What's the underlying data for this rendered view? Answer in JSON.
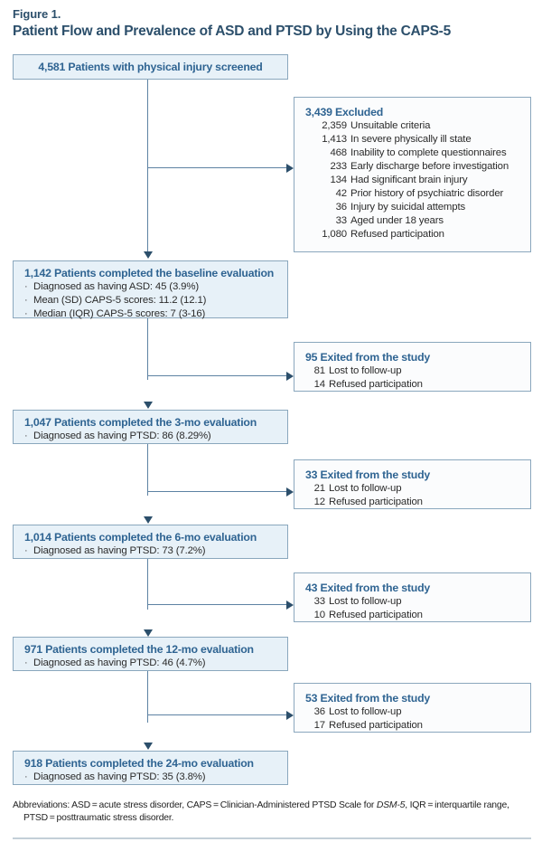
{
  "figure": {
    "label": "Figure 1.",
    "title": "Patient Flow and Prevalence of ASD and PTSD by Using the CAPS-5"
  },
  "colors": {
    "box_fill_primary": "#e7f1f8",
    "box_fill_secondary": "#fbfcfd",
    "box_border": "#8aa7bd",
    "heading_blue": "#2f6492",
    "title_blue": "#2c4f6b",
    "connector": "#5d82a3",
    "body_text": "#2b2b2b"
  },
  "nodes": {
    "screened": {
      "heading": "4,581 Patients with physical injury screened"
    },
    "excluded": {
      "heading": "3,439 Excluded",
      "rows": [
        {
          "value": "2,359",
          "label": "Unsuitable criteria"
        },
        {
          "value": "1,413",
          "label": "In severe physically ill state"
        },
        {
          "value": "468",
          "label": "Inability to complete questionnaires"
        },
        {
          "value": "233",
          "label": "Early discharge before investigation"
        },
        {
          "value": "134",
          "label": "Had significant brain injury"
        },
        {
          "value": "42",
          "label": "Prior history of psychiatric disorder"
        },
        {
          "value": "36",
          "label": "Injury by suicidal attempts"
        },
        {
          "value": "33",
          "label": "Aged under 18 years"
        },
        {
          "value": "1,080",
          "label": "Refused participation"
        }
      ]
    },
    "baseline": {
      "heading": "1,142 Patients completed the baseline evaluation",
      "bullets": [
        "Diagnosed as having ASD: 45 (3.9%)",
        "Mean (SD) CAPS-5 scores: 11.2 (12.1)",
        "Median (IQR) CAPS-5 scores: 7 (3-16)"
      ]
    },
    "exit_1": {
      "heading": "95 Exited from the study",
      "rows": [
        {
          "value": "81",
          "label": "Lost to follow-up"
        },
        {
          "value": "14",
          "label": "Refused participation"
        }
      ]
    },
    "eval_3mo": {
      "heading": "1,047 Patients completed the 3-mo evaluation",
      "bullets": [
        "Diagnosed as having PTSD: 86 (8.29%)"
      ]
    },
    "exit_2": {
      "heading": "33 Exited from the study",
      "rows": [
        {
          "value": "21",
          "label": "Lost to follow-up"
        },
        {
          "value": "12",
          "label": "Refused participation"
        }
      ]
    },
    "eval_6mo": {
      "heading": "1,014 Patients completed the 6-mo evaluation",
      "bullets": [
        "Diagnosed as having PTSD: 73 (7.2%)"
      ]
    },
    "exit_3": {
      "heading": "43 Exited from the study",
      "rows": [
        {
          "value": "33",
          "label": "Lost to follow-up"
        },
        {
          "value": "10",
          "label": "Refused participation"
        }
      ]
    },
    "eval_12mo": {
      "heading": "971 Patients completed the 12-mo evaluation",
      "bullets": [
        "Diagnosed as having PTSD: 46 (4.7%)"
      ]
    },
    "exit_4": {
      "heading": "53 Exited from the study",
      "rows": [
        {
          "value": "36",
          "label": "Lost to follow-up"
        },
        {
          "value": "17",
          "label": "Refused participation"
        }
      ]
    },
    "eval_24mo": {
      "heading": "918 Patients completed the 24-mo evaluation",
      "bullets": [
        "Diagnosed as having PTSD: 35 (3.8%)"
      ]
    }
  },
  "footnote": {
    "line1_a": "Abbreviations: ASD = acute stress disorder, CAPS = Clinician-Administered PTSD Scale for ",
    "line1_italic": "DSM-5",
    "line1_b": ", IQR = interquartile range,",
    "line2": "PTSD = posttraumatic stress disorder."
  },
  "bullet_glyph": "·"
}
